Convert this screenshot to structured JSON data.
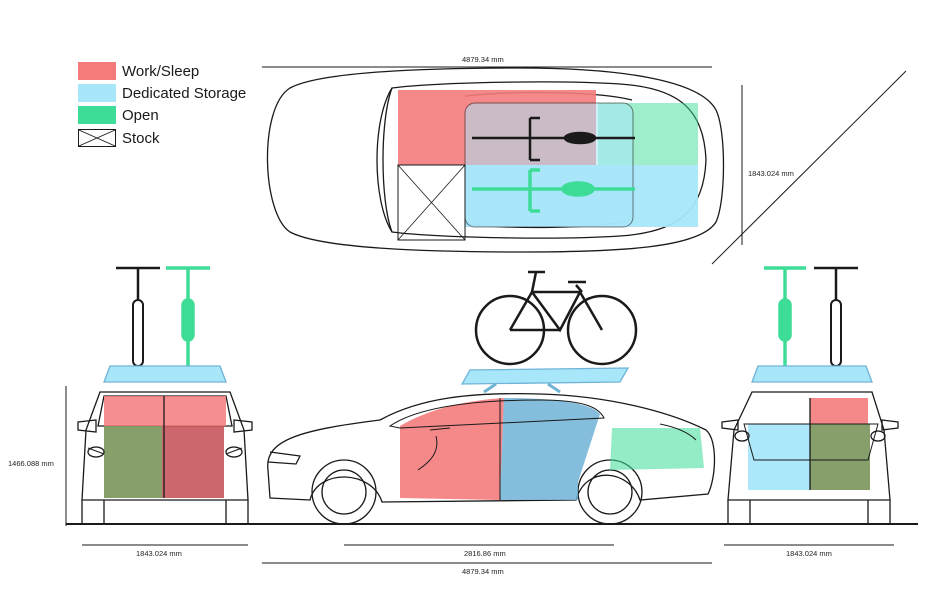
{
  "legend": {
    "items": [
      {
        "label": "Work/Sleep",
        "color": "#f47b7b"
      },
      {
        "label": "Dedicated Storage",
        "color": "#a8e6fa"
      },
      {
        "label": "Open",
        "color": "#3ddc97"
      },
      {
        "label": "Stock",
        "color": "#ffffff"
      }
    ]
  },
  "dimensions": {
    "top_length": "4879.34 mm",
    "top_width": "1843.024 mm",
    "front_height": "1466.088 mm",
    "front_width": "1843.024 mm",
    "wheelbase": "2816.86 mm",
    "side_length": "4879.34 mm",
    "rear_width": "1843.024 mm"
  },
  "colors": {
    "work_sleep": "#f47b7b",
    "storage": "#a8e6fa",
    "storage_dark": "#6fb3d6",
    "open": "#3ddc97",
    "olive": "#7f9a63",
    "outline": "#1a1a1a"
  }
}
